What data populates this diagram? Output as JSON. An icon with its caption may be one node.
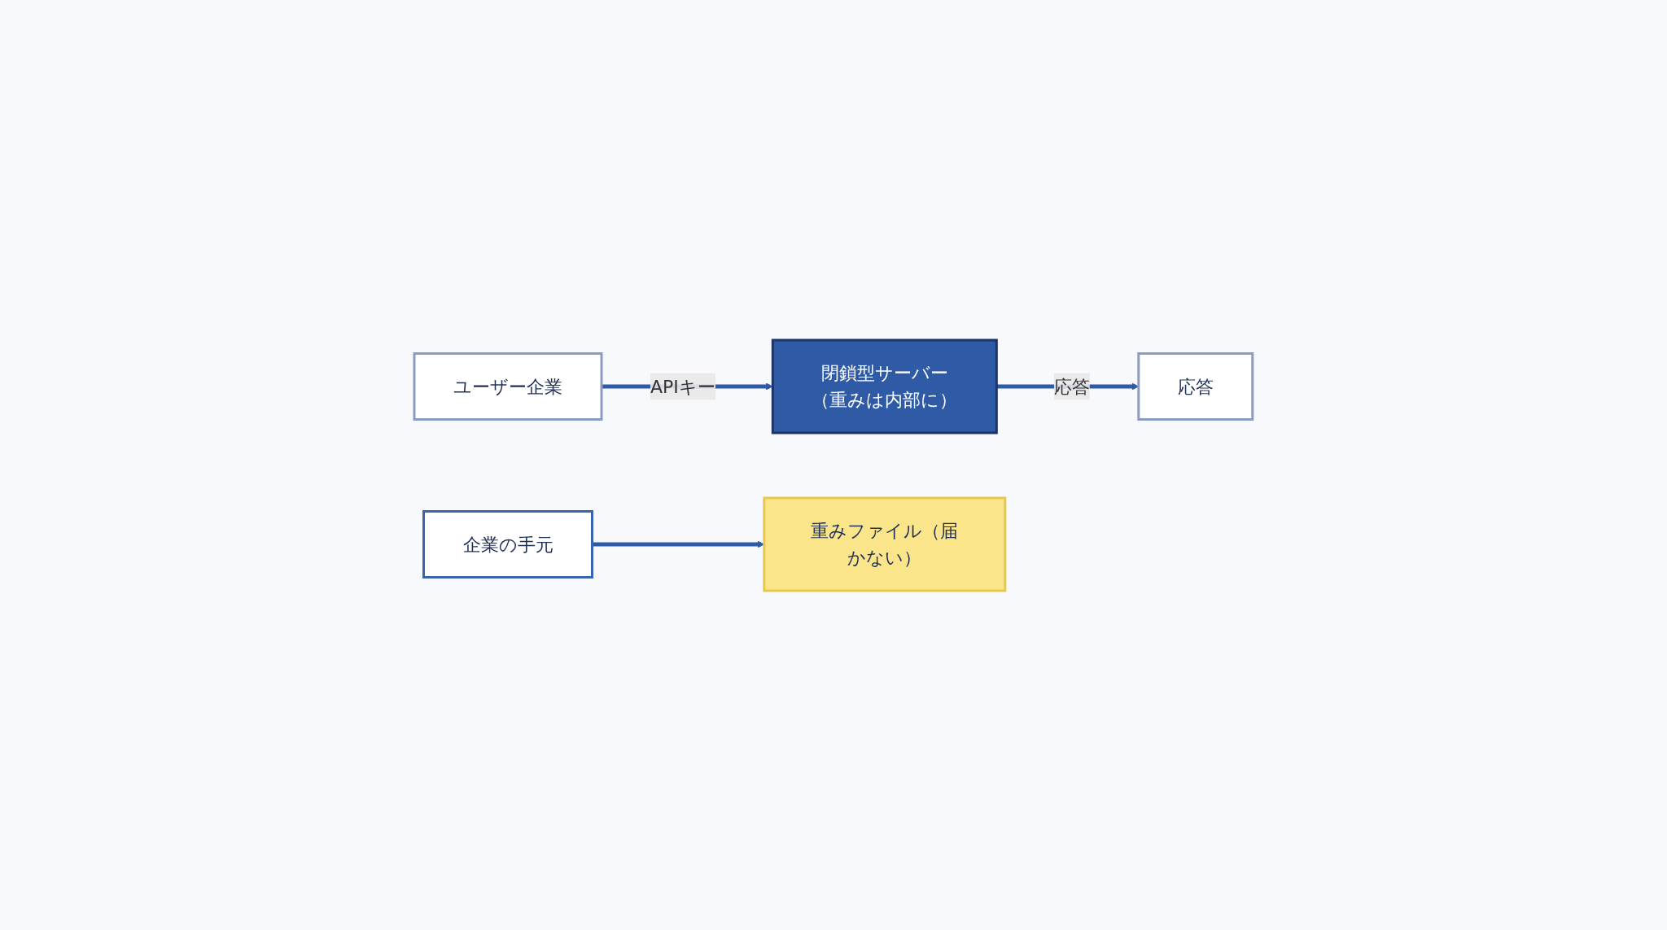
{
  "diagram": {
    "nodes": [
      {
        "text": [
          "ユーザー企業"
        ]
      },
      {
        "text": [
          "閉鎖型サーバー",
          "（重みは内部に）"
        ]
      },
      {
        "text": [
          "応答"
        ]
      },
      {
        "text": [
          "企業の手元"
        ]
      },
      {
        "text": [
          "重みファイル（届かない）"
        ]
      }
    ],
    "edges": [
      {
        "from": 0,
        "to": 1,
        "label": "APIキー",
        "arrow": "to"
      },
      {
        "from": 1,
        "to": 2,
        "label": "応答",
        "arrow": "to"
      },
      {
        "from": 3,
        "to": 4,
        "arrow": "to"
      }
    ]
  }
}
